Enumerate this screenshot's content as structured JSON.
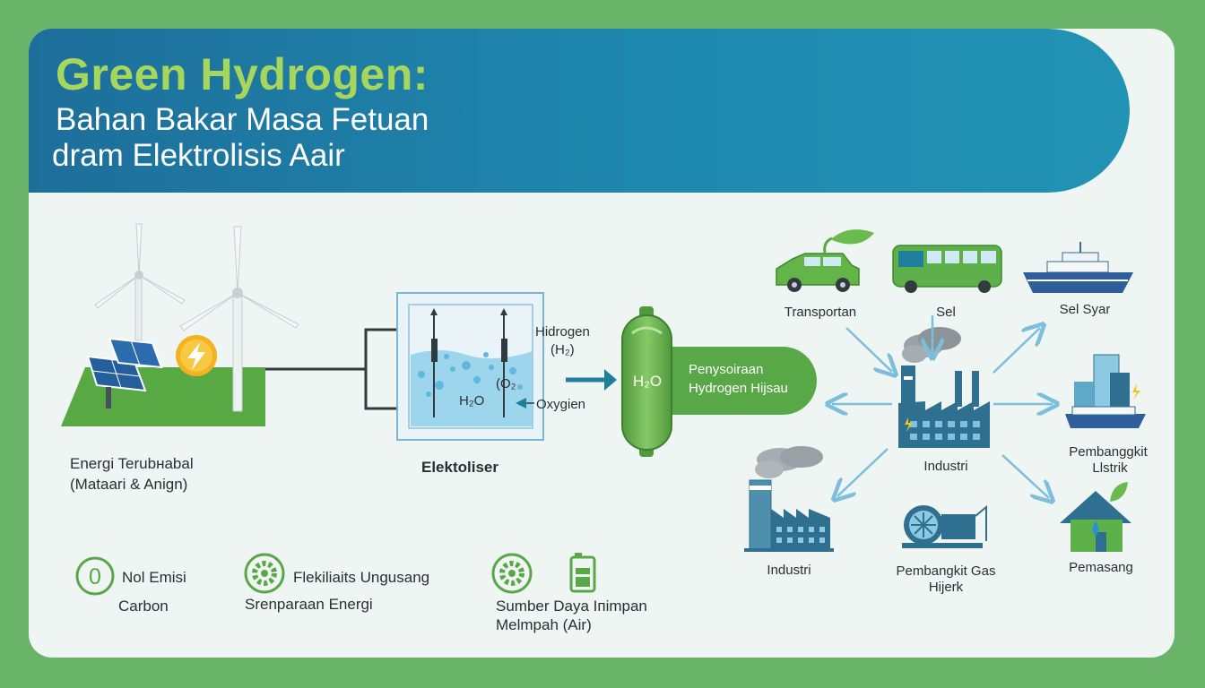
{
  "header": {
    "title": "Green Hydrogen:",
    "subtitle_line1": "Bahan Bakar Masa Fetuan",
    "subtitle_line2": "dram Elektrolisis Aair"
  },
  "source": {
    "label_line1": "Energi Terubнabal",
    "label_line2": "(Mataari & Anign)"
  },
  "electrolyzer": {
    "label": "Elektoliser",
    "hydrogen_label": "Hidrogen",
    "hydrogen_formula": "(H₂)",
    "oxygen_formula": "(O₂",
    "oxygen_label": "Oxygien",
    "water_formula": "H₂O"
  },
  "storage": {
    "tank_formula": "H₂O",
    "label_line1": "Penysoiraan",
    "label_line2": "Hydrogen Hijsau"
  },
  "hub": {
    "label": "Industri"
  },
  "uses": {
    "car": "Transportan",
    "bus": "Sel",
    "ship": "Sel Syar",
    "power_line1": "Pembanggkit",
    "power_line2": "Llstrik",
    "home": "Pemasang",
    "turbine_line1": "Pembangkit Gas",
    "turbine_line2": "Hijerk",
    "industry": "Industri"
  },
  "benefits": {
    "zero_symbol": "0",
    "b1_line1": "Nol Emisi",
    "b1_line2": "Carbon",
    "b2_line1": "Flekiliaits Ungusang",
    "b2_line2": "Srenparaan Energi",
    "b3_line1": "Sumber Daya Iпimpan",
    "b3_line2": "Melmpah (Air)"
  },
  "colors": {
    "background": "#69b469",
    "banner": "#1f8ab0",
    "title": "#a7d65c",
    "accent_green": "#5aa845",
    "arrow_blue": "#7cbfdc",
    "factory_blue": "#2f6f8f"
  }
}
